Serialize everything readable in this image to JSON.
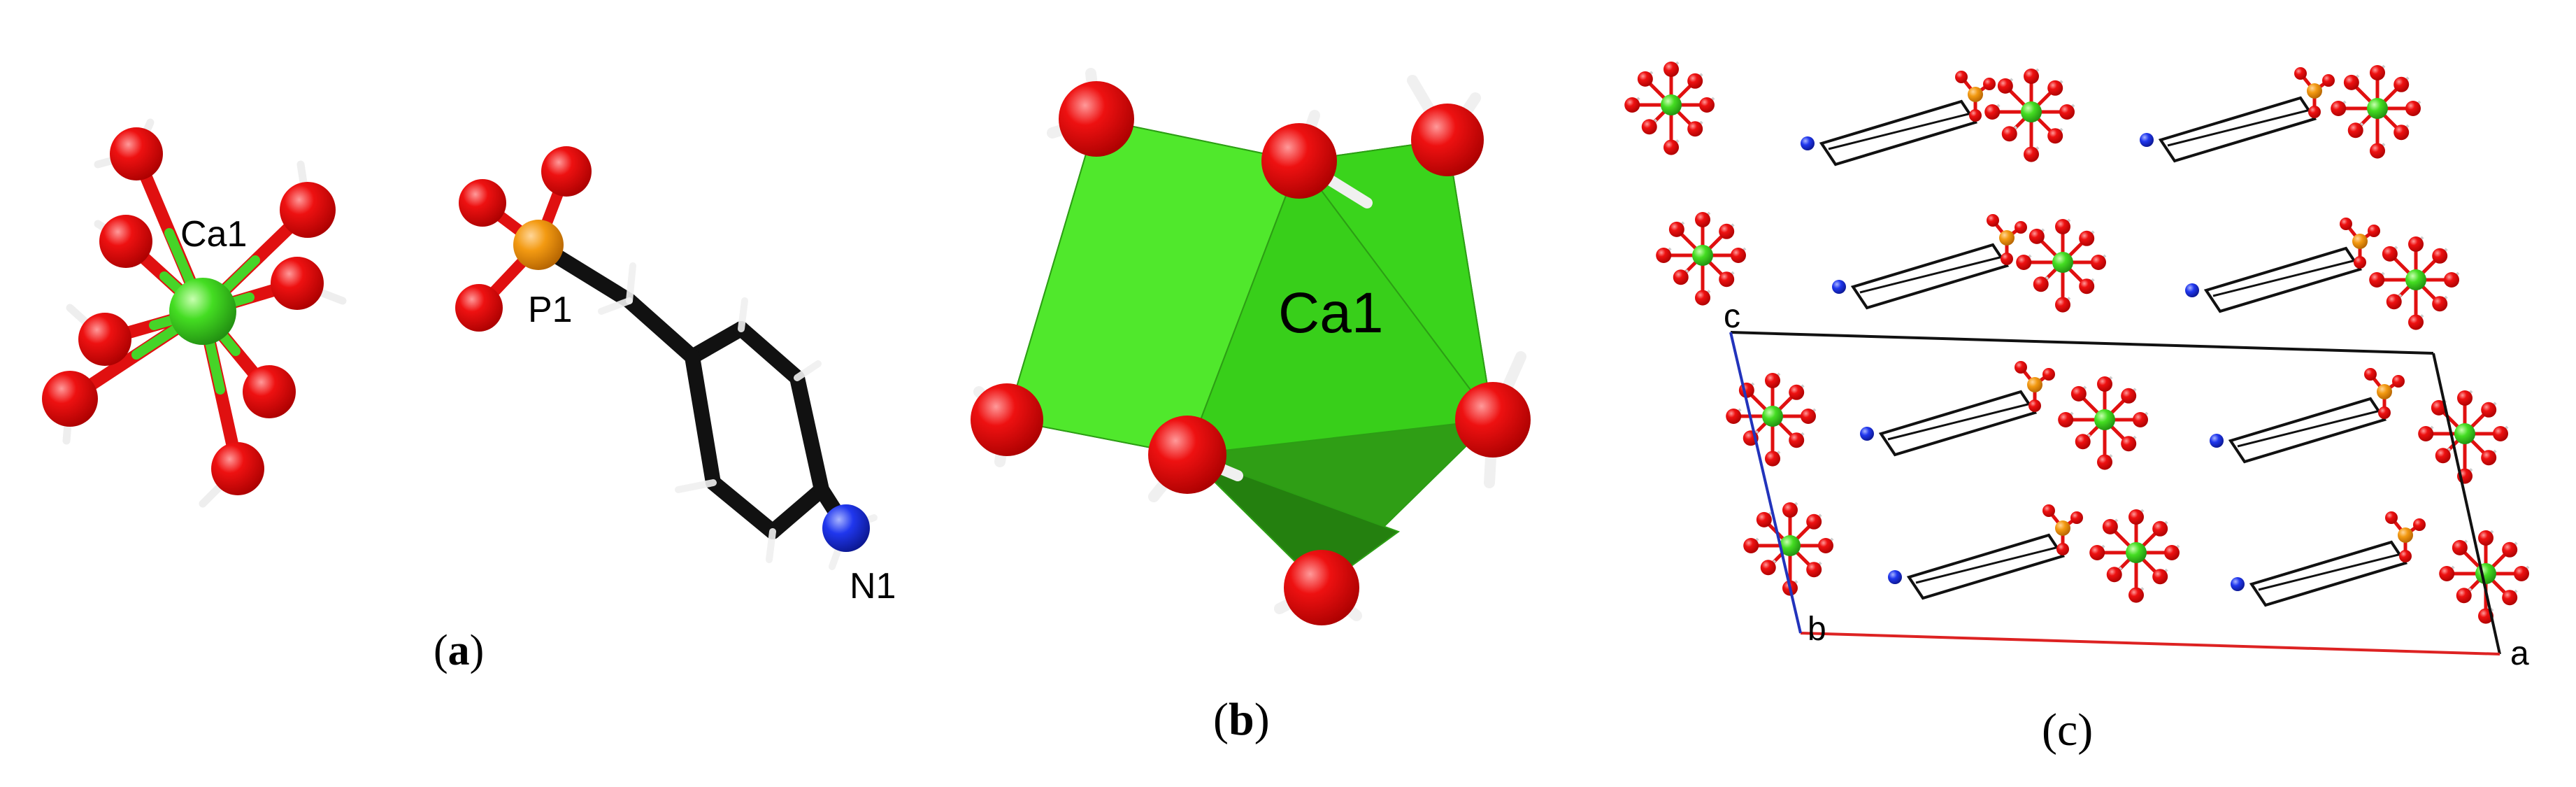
{
  "panels": {
    "a": {
      "caption_open": "(",
      "caption_letter": "a",
      "caption_close": ")",
      "atom_labels": {
        "ca": "Ca1",
        "p": "P1",
        "n": "N1"
      }
    },
    "b": {
      "caption_open": "(",
      "caption_letter": "b",
      "caption_close": ")",
      "atom_labels": {
        "ca": "Ca1"
      }
    },
    "c": {
      "caption": "(c)",
      "axis_labels": {
        "c": "c",
        "b": "b",
        "a": "a"
      }
    }
  },
  "colors": {
    "oxygen": "#e00000",
    "calcium": "#33cc1a",
    "phosphorus": "#f0900a",
    "nitrogen": "#1a2fe0",
    "carbon_bond": "#111111",
    "hydrogen": "#f2f2f2",
    "polyhedron": "#3ddc1e",
    "axis_a": "#dd2222",
    "axis_b": "#2233bb",
    "axis_c": "#111111"
  }
}
